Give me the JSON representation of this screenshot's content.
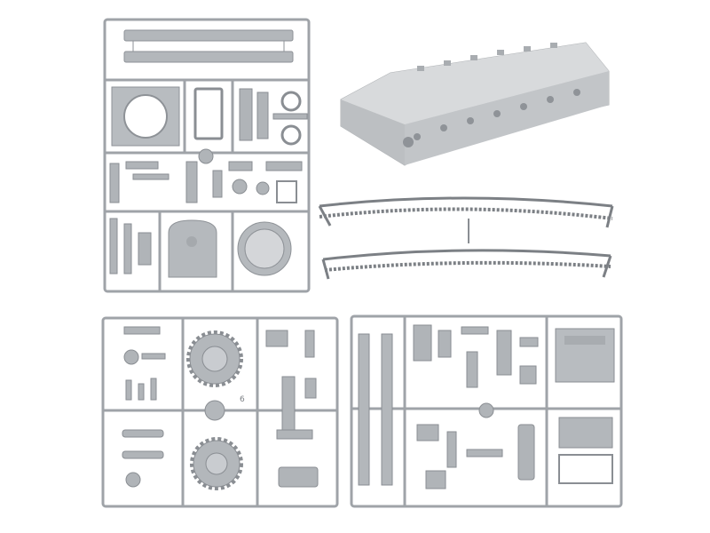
{
  "image": {
    "description_type": "scale model tank kit parts",
    "parts": [
      "sprue-top-left",
      "hull-lower",
      "track-link-upper",
      "track-link-lower",
      "sprue-bottom-left",
      "sprue-bottom-right"
    ]
  },
  "colors": {
    "plastic": "#a9adb2",
    "plastic_dark": "#8e9297",
    "plastic_light": "#c9ccd0",
    "hull": "#cfd1d3",
    "hull_shade": "#b4b7ba",
    "background": "#ffffff"
  },
  "labels": {
    "gate_a": "",
    "gate_b": "6"
  }
}
